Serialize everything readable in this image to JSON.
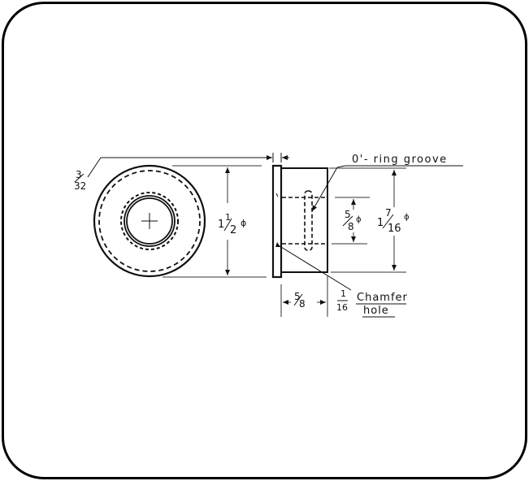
{
  "drawing": {
    "type": "engineering-drawing",
    "views": [
      "front-view",
      "side-section-view"
    ],
    "colors": {
      "line": "#111111",
      "dim_line": "#333333",
      "background": "#ffffff",
      "border": "#000000"
    },
    "labels": {
      "flange_thickness": {
        "num": "3",
        "den": "32"
      },
      "outer_diameter": {
        "whole": "1",
        "num": "1",
        "den": "2",
        "symbol": "ϕ"
      },
      "bore_diameter": {
        "num": "5",
        "den": "8",
        "symbol": "ϕ"
      },
      "body_diameter": {
        "whole": "1",
        "num": "7",
        "den": "16",
        "symbol": "ϕ"
      },
      "body_length": {
        "num": "5",
        "den": "8"
      },
      "chamfer": {
        "num": "1",
        "den": "16",
        "line1": "Chamfer",
        "line2": "hole"
      },
      "groove": "0'- ring groove"
    }
  }
}
